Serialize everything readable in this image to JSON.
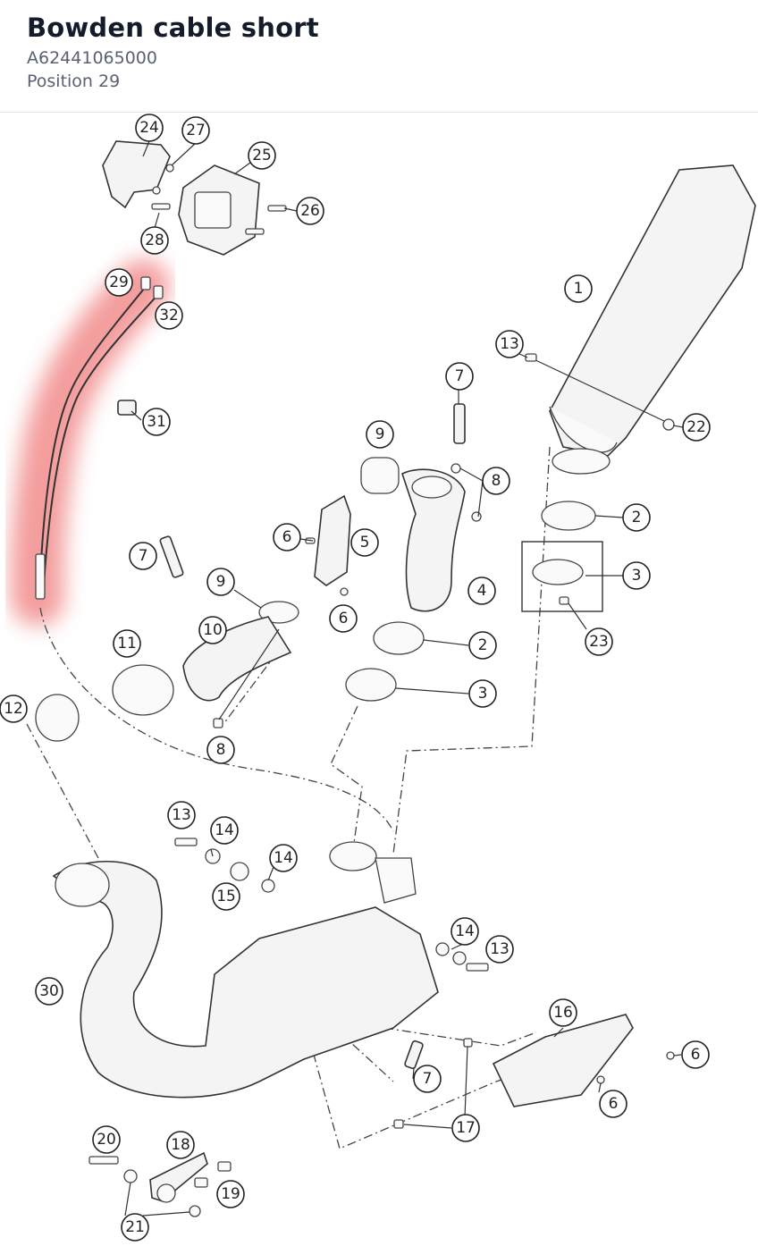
{
  "header": {
    "title": "Bowden cable short",
    "part_number": "A62441065000",
    "position_label": "Position 29"
  },
  "diagram": {
    "highlight_color": "#f28c8c",
    "highlighted_position": "29",
    "callouts": [
      {
        "id": "c24",
        "label": "24"
      },
      {
        "id": "c27",
        "label": "27"
      },
      {
        "id": "c25",
        "label": "25"
      },
      {
        "id": "c26",
        "label": "26"
      },
      {
        "id": "c28",
        "label": "28"
      },
      {
        "id": "c29",
        "label": "29"
      },
      {
        "id": "c32",
        "label": "32"
      },
      {
        "id": "c1",
        "label": "1"
      },
      {
        "id": "c13a",
        "label": "13"
      },
      {
        "id": "c7a",
        "label": "7"
      },
      {
        "id": "c22",
        "label": "22"
      },
      {
        "id": "c31",
        "label": "31"
      },
      {
        "id": "c9a",
        "label": "9"
      },
      {
        "id": "c8a",
        "label": "8"
      },
      {
        "id": "c2a",
        "label": "2"
      },
      {
        "id": "c6a",
        "label": "6"
      },
      {
        "id": "c5",
        "label": "5"
      },
      {
        "id": "c3a",
        "label": "3"
      },
      {
        "id": "c7b",
        "label": "7"
      },
      {
        "id": "c9b",
        "label": "9"
      },
      {
        "id": "c4",
        "label": "4"
      },
      {
        "id": "c6b",
        "label": "6"
      },
      {
        "id": "c23",
        "label": "23"
      },
      {
        "id": "c10",
        "label": "10"
      },
      {
        "id": "c11",
        "label": "11"
      },
      {
        "id": "c2b",
        "label": "2"
      },
      {
        "id": "c3b",
        "label": "3"
      },
      {
        "id": "c12",
        "label": "12"
      },
      {
        "id": "c8b",
        "label": "8"
      },
      {
        "id": "c13b",
        "label": "13"
      },
      {
        "id": "c14a",
        "label": "14"
      },
      {
        "id": "c14b",
        "label": "14"
      },
      {
        "id": "c15",
        "label": "15"
      },
      {
        "id": "c14c",
        "label": "14"
      },
      {
        "id": "c13c",
        "label": "13"
      },
      {
        "id": "c30",
        "label": "30"
      },
      {
        "id": "c16",
        "label": "16"
      },
      {
        "id": "c6c",
        "label": "6"
      },
      {
        "id": "c6d",
        "label": "6"
      },
      {
        "id": "c7c",
        "label": "7"
      },
      {
        "id": "c17",
        "label": "17"
      },
      {
        "id": "c20",
        "label": "20"
      },
      {
        "id": "c18",
        "label": "18"
      },
      {
        "id": "c19",
        "label": "19"
      },
      {
        "id": "c21",
        "label": "21"
      }
    ]
  }
}
